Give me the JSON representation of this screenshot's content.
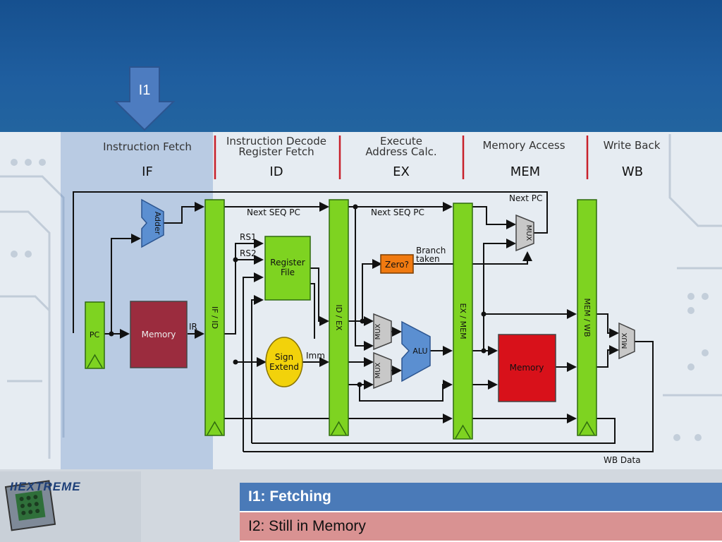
{
  "slide": {
    "pointer_label": "I1"
  },
  "stages": [
    {
      "title": "Instruction Fetch",
      "subtitle": "",
      "abbr": "IF"
    },
    {
      "title": "Instruction Decode",
      "subtitle": "Register Fetch",
      "abbr": "ID"
    },
    {
      "title": "Execute",
      "subtitle": "Address Calc.",
      "abbr": "EX"
    },
    {
      "title": "Memory Access",
      "subtitle": "",
      "abbr": "MEM"
    },
    {
      "title": "Write Back",
      "subtitle": "",
      "abbr": "WB"
    }
  ],
  "components": {
    "pc": "PC",
    "instr_memory": "Memory",
    "adder": "Adder",
    "ifid": "IF / ID",
    "register_file_line1": "Register",
    "register_file_line2": "File",
    "sign_extend_line1": "Sign",
    "sign_extend_line2": "Extend",
    "idex": "ID / EX",
    "zero": "Zero?",
    "mux": "MUX",
    "alu": "ALU",
    "exmem": "EX / MEM",
    "data_memory": "Memory",
    "memwb": "MEM / WB"
  },
  "signals": {
    "ir": "IR",
    "rs1": "RS1",
    "rs2": "RS2",
    "imm": "Imm",
    "next_seq_pc_1": "Next SEQ PC",
    "next_seq_pc_2": "Next SEQ PC",
    "branch_line1": "Branch",
    "branch_line2": "taken",
    "next_pc": "Next PC",
    "wb_data": "WB Data"
  },
  "status_rows": [
    {
      "text": "I1: Fetching"
    },
    {
      "text": "I2: Still in Memory"
    }
  ],
  "logo": {
    "text": "IIEXTREME"
  },
  "colors": {
    "header": "#1f5e9f",
    "pipeline_register": "#7ed321",
    "memory": "#c0141a",
    "instr_memory": "#9b2c3e",
    "register_file": "#7ed321",
    "sign_extend": "#f2d20b",
    "zero": "#f07a10",
    "alu": "#5b8fd1",
    "mux": "#c8c8c8",
    "status_fetch": "#4a7ab8",
    "status_memory": "#d99292"
  }
}
